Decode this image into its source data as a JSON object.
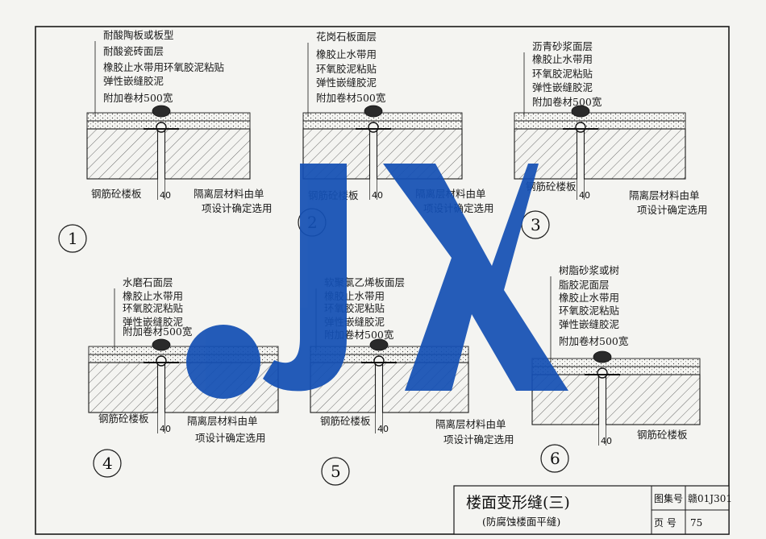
{
  "title_block": {
    "title": "楼面变形缝(三)",
    "subtitle": "(防腐蚀楼面平缝)",
    "atlas_label": "图集号",
    "atlas_value": "赣01J301",
    "page_label": "页 号",
    "page_value": "75"
  },
  "watermark": {
    "text": "JX",
    "color": "#1450b4"
  },
  "colors": {
    "line": "#1a1a1a",
    "paper": "#f4f4f1"
  },
  "details": [
    {
      "number": "1",
      "labels": [
        "耐酸陶板或板型",
        "耐酸瓷砖面层",
        "橡胶止水带用环氧胶泥粘贴",
        "弹性嵌缝胶泥",
        "附加卷材500宽",
        "钢筋砼楼板",
        "隔离层材料由单",
        "项设计确定选用"
      ],
      "dim": "40"
    },
    {
      "number": "2",
      "labels": [
        "花岗石板面层",
        "橡胶止水带用",
        "环氧胶泥粘贴",
        "弹性嵌缝胶泥",
        "附加卷材500宽",
        "钢筋砼楼板",
        "隔离层材料由单",
        "项设计确定选用"
      ],
      "dim": "40"
    },
    {
      "number": "3",
      "labels": [
        "沥青砂浆面层",
        "橡胶止水带用",
        "环氧胶泥粘贴",
        "弹性嵌缝胶泥",
        "附加卷材500宽",
        "钢筋砼楼板",
        "隔离层材料由单",
        "项设计确定选用"
      ],
      "dim": "40"
    },
    {
      "number": "4",
      "labels": [
        "水磨石面层",
        "橡胶止水带用",
        "环氧胶泥粘贴",
        "弹性嵌缝胶泥",
        "附加卷材500宽",
        "钢筋砼楼板",
        "隔离层材料由单",
        "项设计确定选用"
      ],
      "dim": "40"
    },
    {
      "number": "5",
      "labels": [
        "软聚氯乙烯板面层",
        "橡胶止水带用",
        "环氧胶泥粘贴",
        "弹性嵌缝胶泥",
        "附加卷材500宽",
        "钢筋砼楼板",
        "隔离层材料由单",
        "项设计确定选用"
      ],
      "dim": "40"
    },
    {
      "number": "6",
      "labels": [
        "树脂砂浆或树",
        "脂胶泥面层",
        "橡胶止水带用",
        "环氧胶泥粘贴",
        "弹性嵌缝胶泥",
        "附加卷材500宽",
        "钢筋砼楼板"
      ],
      "dim": "40"
    }
  ]
}
